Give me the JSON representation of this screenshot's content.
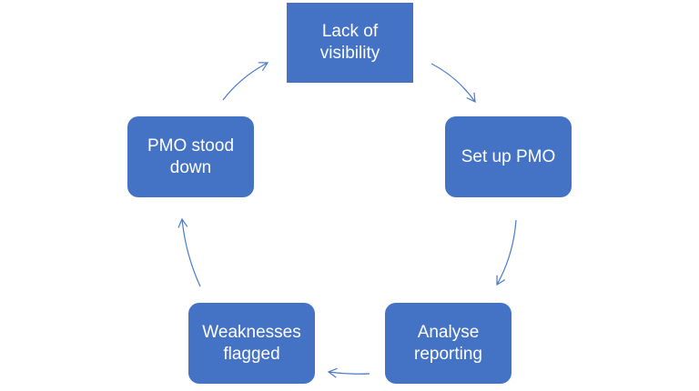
{
  "diagram": {
    "type": "cycle",
    "colors": {
      "node_fill": "#4472c4",
      "node_text": "#ffffff",
      "arrow": "#4a7ac8",
      "background": "#ffffff"
    },
    "nodes": [
      {
        "id": "lack-of-visibility",
        "label": "Lack of\nvisibility"
      },
      {
        "id": "set-up-pmo",
        "label": "Set up PMO"
      },
      {
        "id": "analyse-reporting",
        "label": "Analyse\nreporting"
      },
      {
        "id": "weaknesses-flagged",
        "label": "Weaknesses\nflagged"
      },
      {
        "id": "pmo-stood-down",
        "label": "PMO stood\ndown"
      }
    ],
    "edges": [
      {
        "from": "lack-of-visibility",
        "to": "set-up-pmo"
      },
      {
        "from": "set-up-pmo",
        "to": "analyse-reporting"
      },
      {
        "from": "analyse-reporting",
        "to": "weaknesses-flagged"
      },
      {
        "from": "weaknesses-flagged",
        "to": "pmo-stood-down"
      },
      {
        "from": "pmo-stood-down",
        "to": "lack-of-visibility"
      }
    ]
  }
}
